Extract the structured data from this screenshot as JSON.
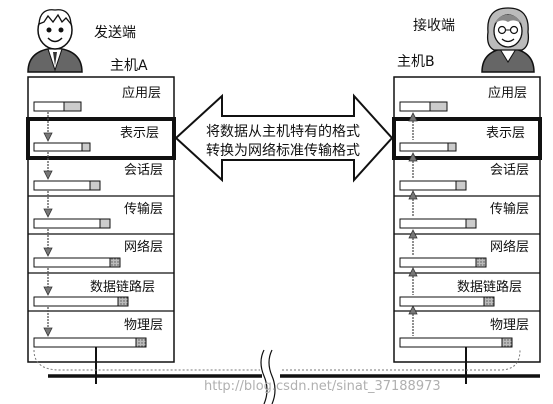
{
  "sender": {
    "role_label": "发送端",
    "host_label": "主机A",
    "layers": [
      "应用层",
      "表示层",
      "会话层",
      "传输层",
      "网络层",
      "数据链路层",
      "物理层"
    ]
  },
  "receiver": {
    "role_label": "接收端",
    "host_label": "主机B",
    "layers": [
      "应用层",
      "表示层",
      "会话层",
      "传输层",
      "网络层",
      "数据链路层",
      "物理层"
    ]
  },
  "arrow": {
    "line1": "将数据从主机特有的格式",
    "line2": "转换为网络标准传输格式"
  },
  "watermark": "http://blog.csdn.net/sinat_37188973"
}
